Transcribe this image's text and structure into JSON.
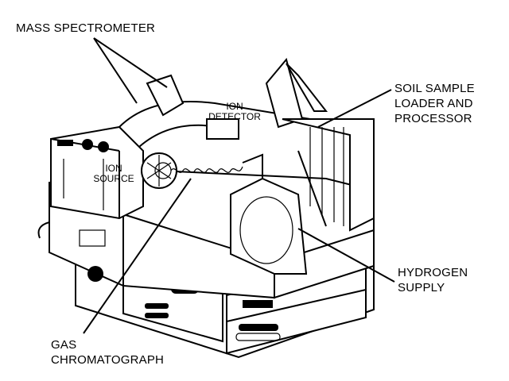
{
  "labels": {
    "mass_spectrometer": "MASS SPECTROMETER",
    "ion_detector_1": "ION",
    "ion_detector_2": "DETECTOR",
    "ion_source_1": "ION",
    "ion_source_2": "SOURCE",
    "soil_1": "SOIL SAMPLE",
    "soil_2": "LOADER AND",
    "soil_3": "PROCESSOR",
    "hydrogen_1": "HYDROGEN",
    "hydrogen_2": "SUPPLY",
    "gas_1": "GAS",
    "gas_2": "CHROMATOGRAPH"
  }
}
